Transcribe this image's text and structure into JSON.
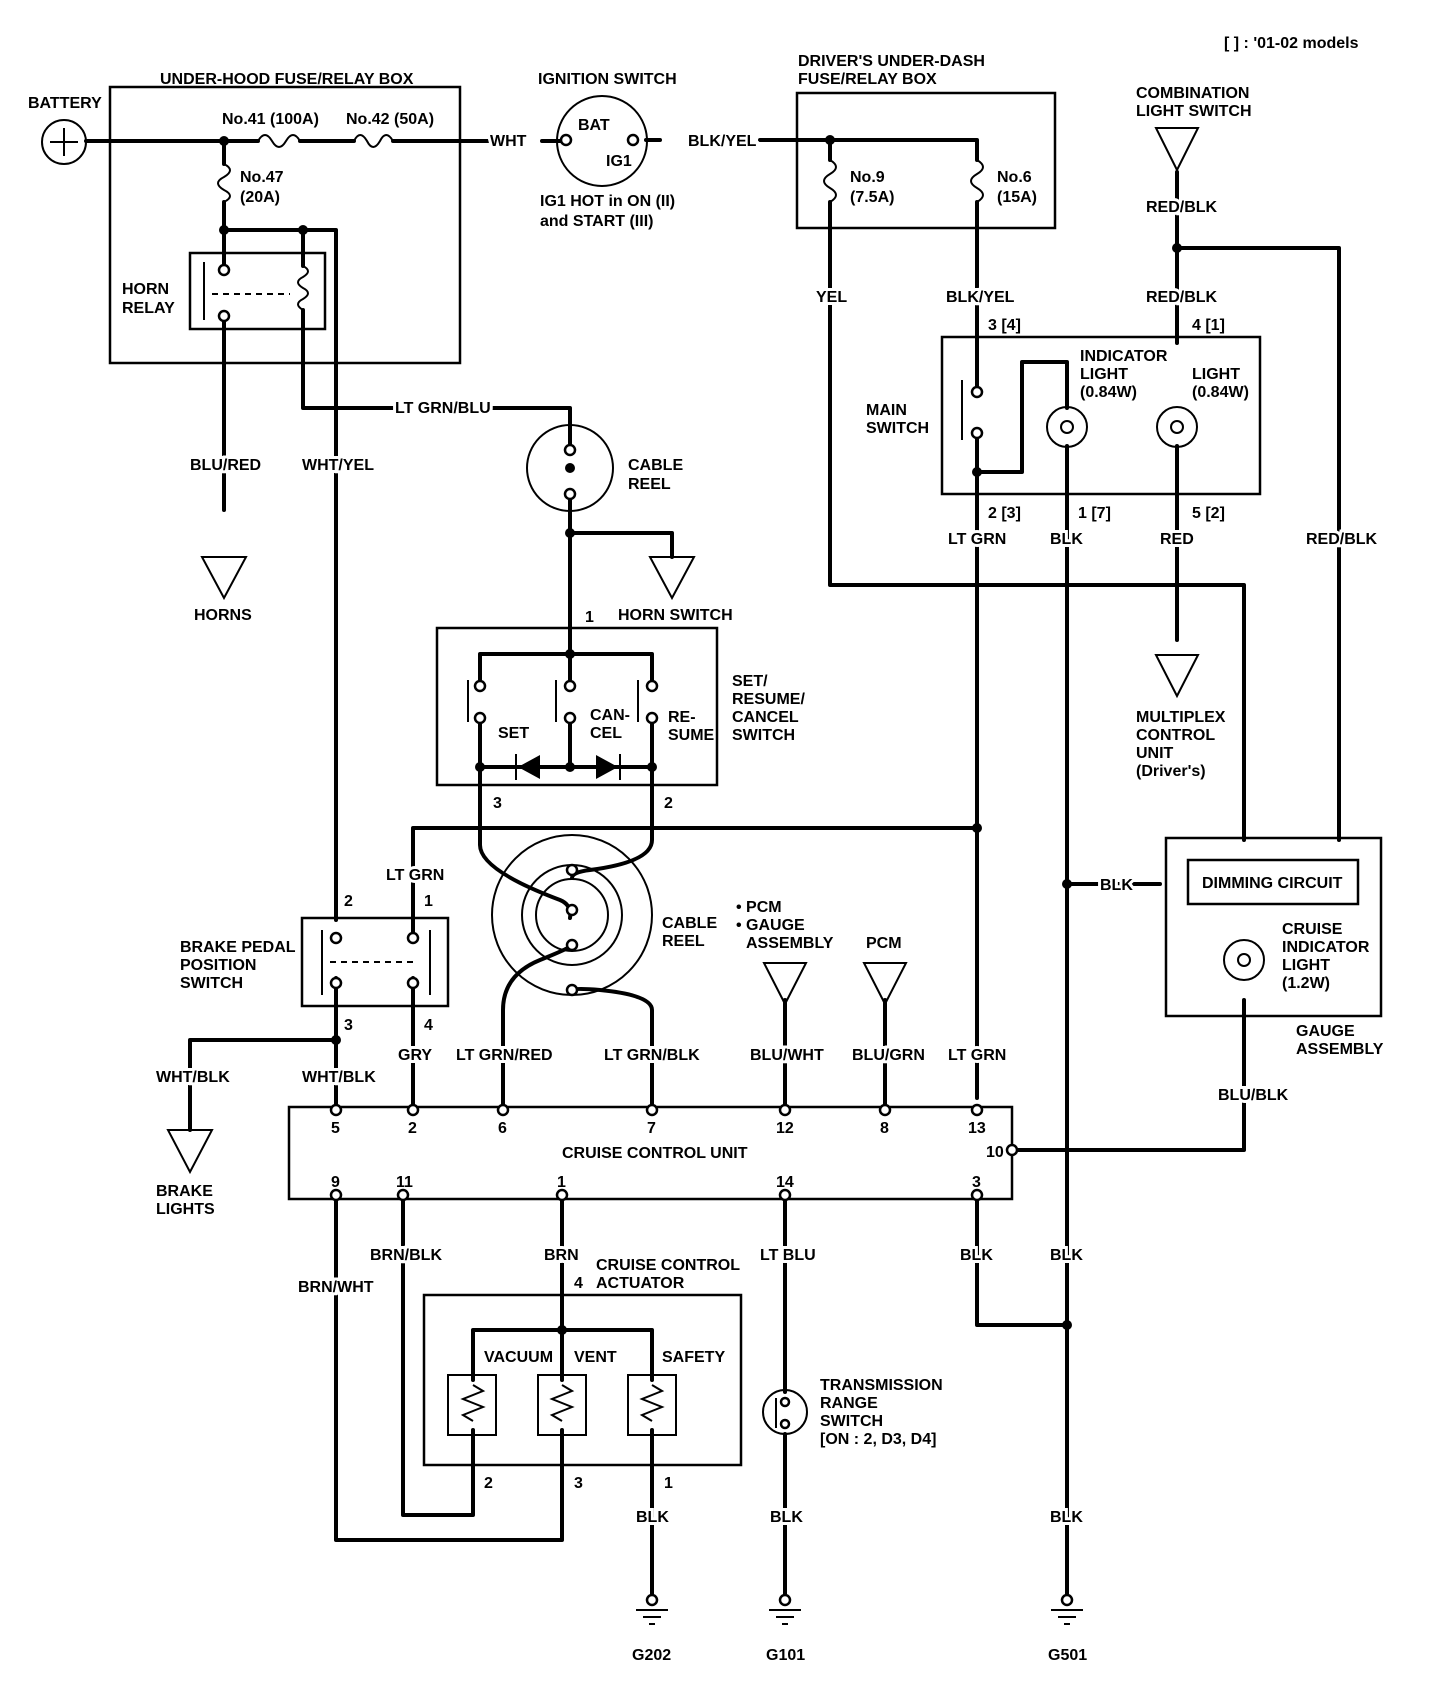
{
  "note": "[   ] : '01-02 models",
  "battery": {
    "label": "BATTERY"
  },
  "under_hood_box": {
    "title": "UNDER-HOOD FUSE/RELAY BOX",
    "fuse41": "No.41 (100A)",
    "fuse42": "No.42 (50A)",
    "fuse47": "No.47",
    "fuse47_amp": "(20A)",
    "horn_relay": "HORN",
    "horn_relay_2": "RELAY"
  },
  "ignition": {
    "title": "IGNITION SWITCH",
    "bat": "BAT",
    "ig1": "IG1",
    "note_1": "IG1 HOT in ON (II)",
    "note_2": "and START (III)"
  },
  "driver_box": {
    "title_1": "DRIVER'S UNDER-DASH",
    "title_2": "FUSE/RELAY BOX",
    "fuse9": "No.9",
    "fuse9_amp": "(7.5A)",
    "fuse6": "No.6",
    "fuse6_amp": "(15A)"
  },
  "combination_switch": {
    "title_1": "COMBINATION",
    "title_2": "LIGHT SWITCH"
  },
  "main_switch": {
    "label_1": "MAIN",
    "label_2": "SWITCH",
    "indicator_1": "INDICATOR",
    "indicator_2": "LIGHT",
    "indicator_3": "(0.84W)",
    "light_1": "LIGHT",
    "light_2": "(0.84W)",
    "pin_3": "3 [4]",
    "pin_4": "4 [1]",
    "pin_2": "2 [3]",
    "pin_1": "1 [7]",
    "pin_5": "5 [2]"
  },
  "cable_reel": {
    "label_1": "CABLE",
    "label_2": "REEL"
  },
  "horn_switch": "HORN SWITCH",
  "horns": "HORNS",
  "multiplex": {
    "line_1": "MULTIPLEX",
    "line_2": "CONTROL",
    "line_3": "UNIT",
    "line_4": "(Driver's)"
  },
  "set_switch": {
    "title_1": "SET/",
    "title_2": "RESUME/",
    "title_3": "CANCEL",
    "title_4": "SWITCH",
    "set": "SET",
    "can_1": "CAN-",
    "can_2": "CEL",
    "res_1": "RE-",
    "res_2": "SUME",
    "pin_1": "1",
    "pin_2": "2",
    "pin_3": "3"
  },
  "brake_switch": {
    "line_1": "BRAKE PEDAL",
    "line_2": "POSITION",
    "line_3": "SWITCH",
    "pin_1": "1",
    "pin_2": "2",
    "pin_3": "3",
    "pin_4": "4"
  },
  "pcm_gauge": {
    "line_1": "• PCM",
    "line_2": "• GAUGE",
    "line_3": "ASSEMBLY"
  },
  "pcm": "PCM",
  "gauge": {
    "dimming": "DIMMING CIRCUIT",
    "cruise_1": "CRUISE",
    "cruise_2": "INDICATOR",
    "cruise_3": "LIGHT",
    "cruise_4": "(1.2W)",
    "title_1": "GAUGE",
    "title_2": "ASSEMBLY"
  },
  "brake_lights": {
    "line_1": "BRAKE",
    "line_2": "LIGHTS"
  },
  "ccu": {
    "title": "CRUISE CONTROL UNIT",
    "top_pins": [
      "5",
      "2",
      "6",
      "7",
      "12",
      "8",
      "13"
    ],
    "bottom_pins": [
      "9",
      "11",
      "1",
      "14",
      "3"
    ],
    "right_pin": "10"
  },
  "actuator": {
    "title_1": "CRUISE CONTROL",
    "title_2": "ACTUATOR",
    "pin_4": "4",
    "vacuum": "VACUUM",
    "vent": "VENT",
    "safety": "SAFETY",
    "pin_2": "2",
    "pin_3": "3",
    "pin_1": "1"
  },
  "trans_switch": {
    "line_1": "TRANSMISSION",
    "line_2": "RANGE",
    "line_3": "SWITCH",
    "line_4": "[ON : 2, D3, D4]"
  },
  "grounds": {
    "g202": "G202",
    "g101": "G101",
    "g501": "G501"
  },
  "wires": {
    "wht": "WHT",
    "blk_yel": "BLK/YEL",
    "yel": "YEL",
    "blk_yel_2": "BLK/YEL",
    "red_blk": "RED/BLK",
    "red_blk_2": "RED/BLK",
    "red_blk_3": "RED/BLK",
    "lt_grn_blu": "LT GRN/BLU",
    "blu_red": "BLU/RED",
    "wht_yel": "WHT/YEL",
    "lt_grn": "LT GRN",
    "blk": "BLK",
    "red": "RED",
    "lt_grn_2": "LT GRN",
    "blk_2": "BLK",
    "blu_blk": "BLU/BLK",
    "wht_blk": "WHT/BLK",
    "wht_blk_2": "WHT/BLK",
    "gry": "GRY",
    "lt_grn_red": "LT GRN/RED",
    "lt_grn_blk": "LT GRN/BLK",
    "blu_wht": "BLU/WHT",
    "blu_grn": "BLU/GRN",
    "lt_grn_3": "LT GRN",
    "brn_blk": "BRN/BLK",
    "brn": "BRN",
    "lt_blu": "LT BLU",
    "blk_3": "BLK",
    "blk_4": "BLK",
    "brn_wht": "BRN/WHT",
    "blk_5": "BLK",
    "blk_6": "BLK",
    "blk_7": "BLK"
  }
}
